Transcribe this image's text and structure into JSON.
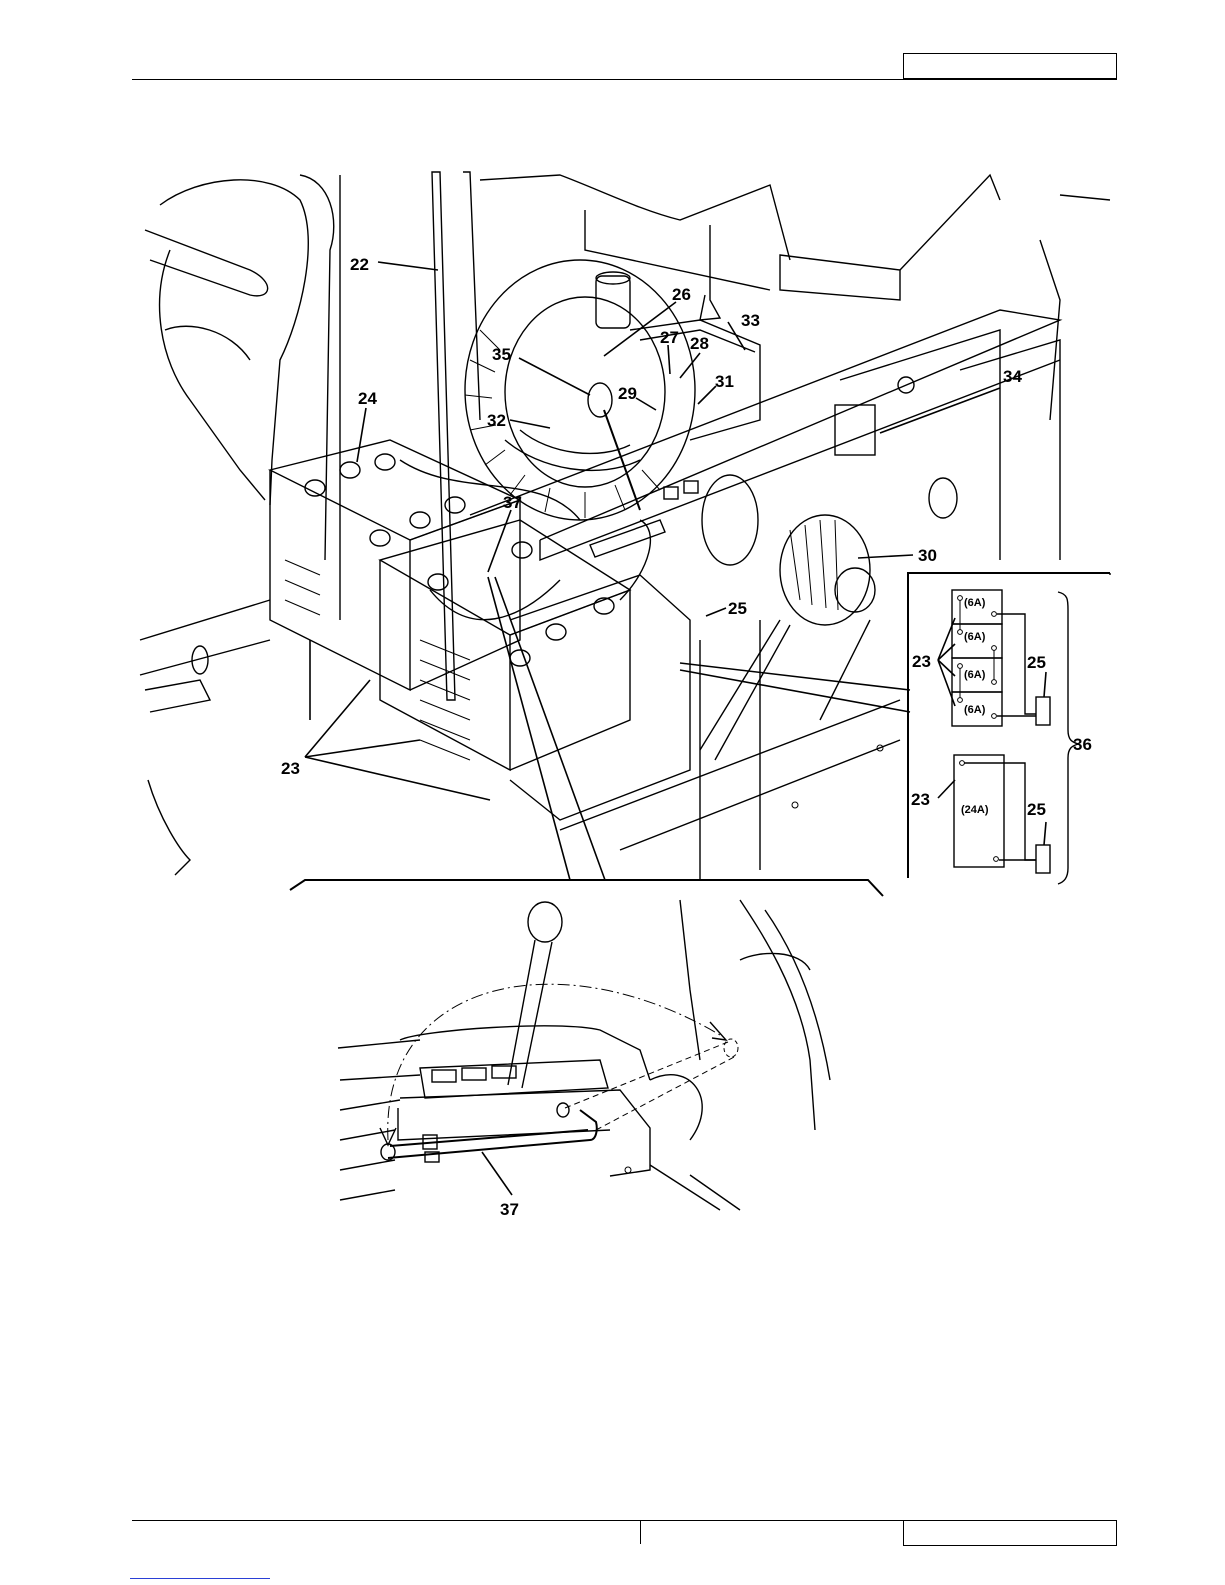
{
  "header": {
    "box_text": ""
  },
  "footer": {
    "box_text": ""
  },
  "figure": {
    "callouts": {
      "c22": "22",
      "c23a": "23",
      "c23b": "23",
      "c23c": "23",
      "c24": "24",
      "c25a": "25",
      "c25b": "25",
      "c25c": "25",
      "c26": "26",
      "c27": "27",
      "c28": "28",
      "c29": "29",
      "c30": "30",
      "c31": "31",
      "c32": "32",
      "c33": "33",
      "c34": "34",
      "c35": "35",
      "c36": "36",
      "c37a": "37",
      "c37b": "37"
    },
    "inset_labels": {
      "cell1": "(6A)",
      "cell2": "(6A)",
      "cell3": "(6A)",
      "cell4": "(6A)",
      "single": "(24A)"
    }
  }
}
